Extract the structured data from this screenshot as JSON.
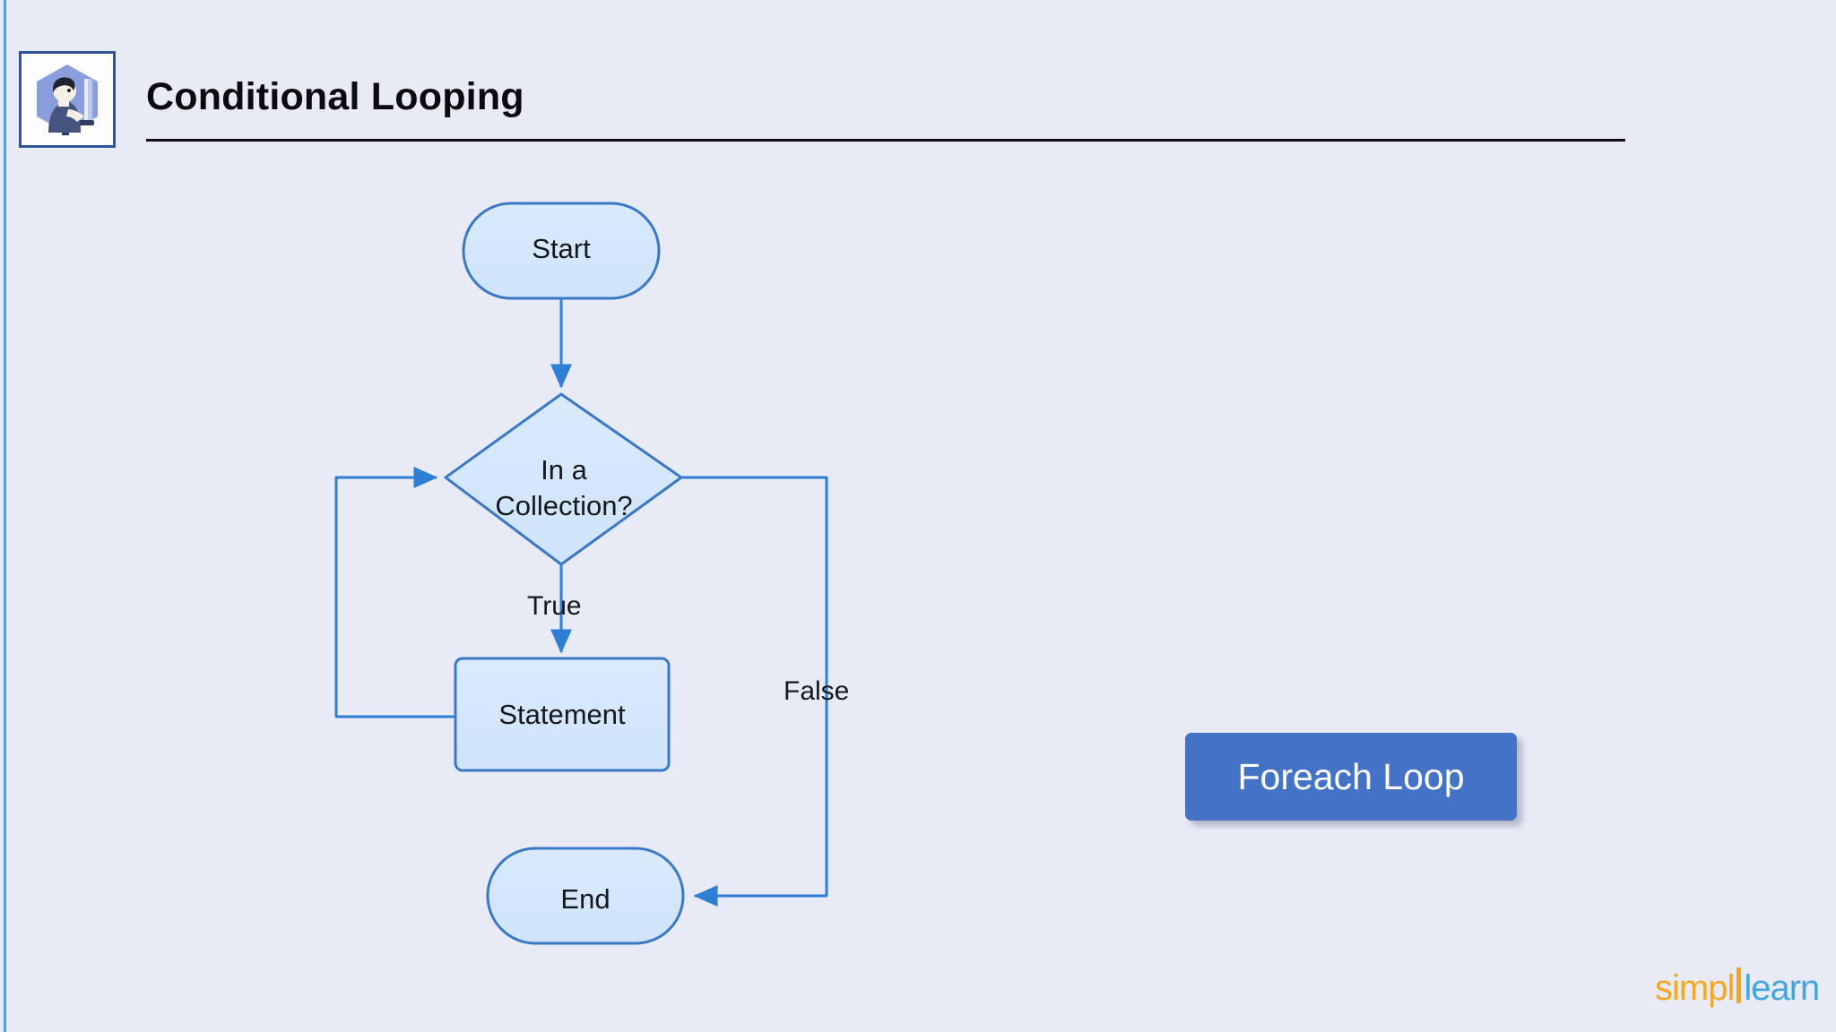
{
  "slide": {
    "title": "Conditional Looping",
    "background_color": "#e8eaf5",
    "header_icon": "person-at-computer-icon",
    "rule_color": "#0d0d12"
  },
  "flowchart": {
    "type": "flowchart",
    "node_fill": "#d6e8fb",
    "node_stroke": "#3b78c3",
    "connector_color": "#2e7fd4",
    "nodes": [
      {
        "id": "start",
        "shape": "terminator",
        "label": "Start"
      },
      {
        "id": "decision",
        "shape": "diamond",
        "label": "In a\nCollection?",
        "line1": "In a",
        "line2": "Collection?"
      },
      {
        "id": "statement",
        "shape": "rectangle",
        "label": "Statement"
      },
      {
        "id": "end",
        "shape": "terminator",
        "label": "End"
      }
    ],
    "edges": [
      {
        "from": "start",
        "to": "decision",
        "label": ""
      },
      {
        "from": "decision",
        "to": "statement",
        "label": "True"
      },
      {
        "from": "decision",
        "to": "end",
        "label": "False"
      },
      {
        "from": "statement",
        "to": "decision",
        "label": ""
      }
    ],
    "edge_labels": {
      "true": "True",
      "false": "False"
    }
  },
  "callout": {
    "foreach_loop_label": "Foreach Loop",
    "color": "#4472c4",
    "text_color": "#ffffff"
  },
  "brand": {
    "name_part1": "simpl",
    "name_part2": "learn",
    "color1": "#f5a623",
    "color2": "#41a6dd"
  }
}
